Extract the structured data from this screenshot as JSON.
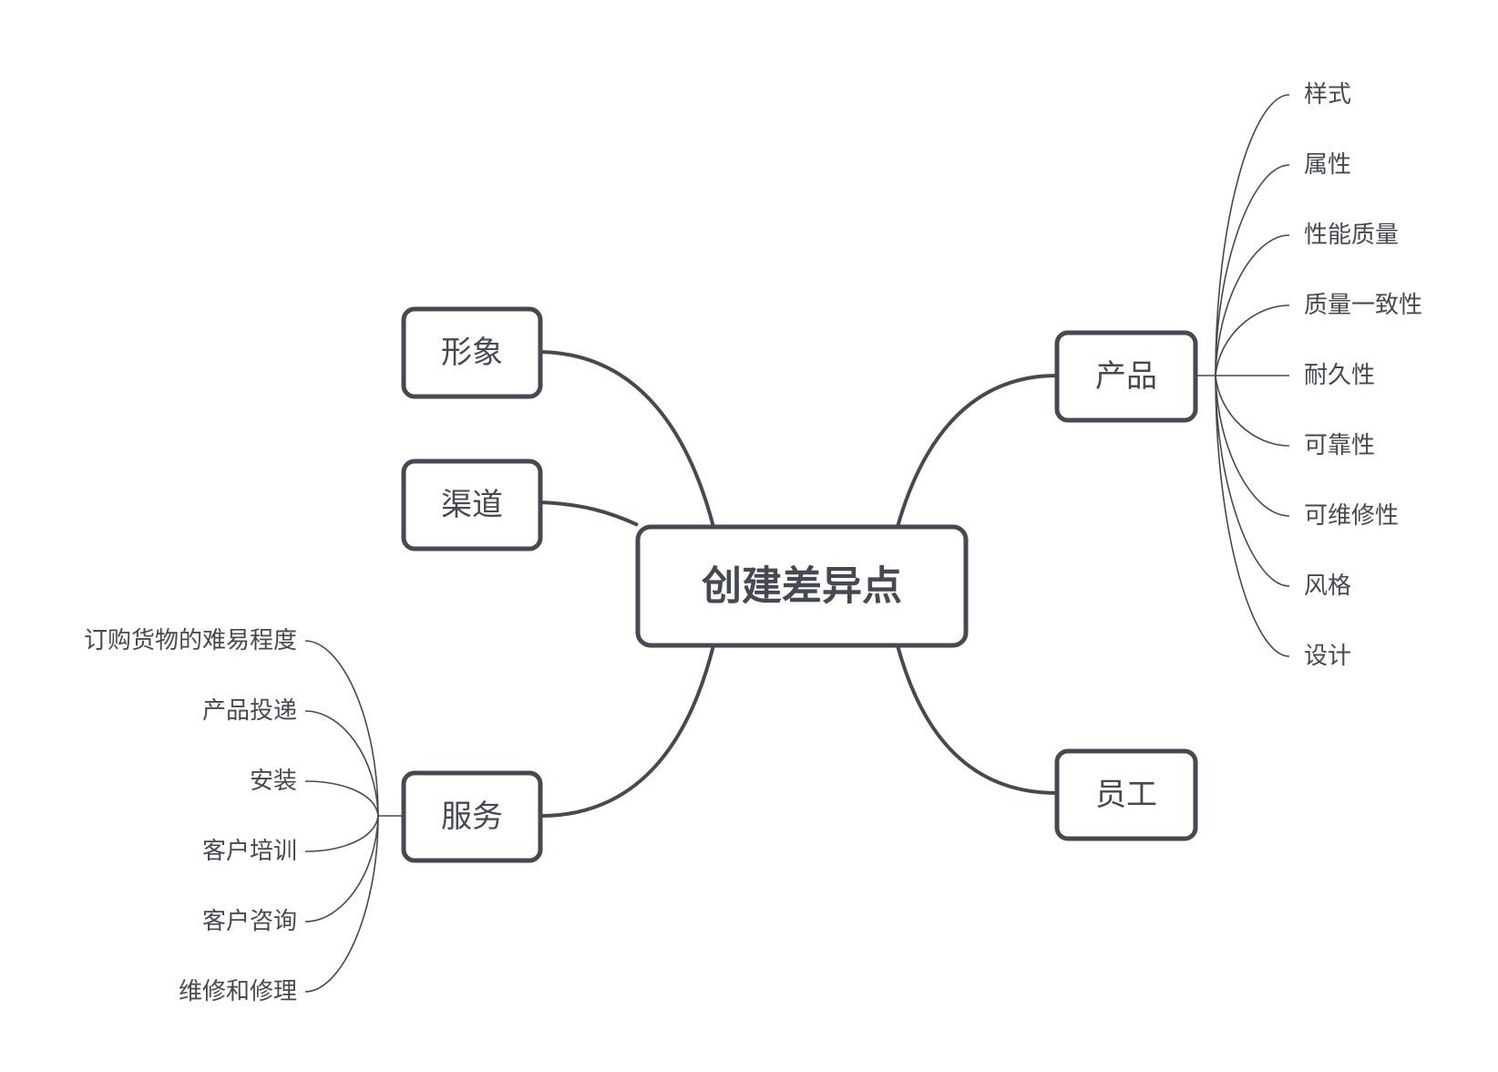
{
  "mindmap": {
    "center": {
      "label": "创建差异点"
    },
    "branches": [
      {
        "id": "image",
        "label": "形象",
        "children": []
      },
      {
        "id": "channel",
        "label": "渠道",
        "children": []
      },
      {
        "id": "service",
        "label": "服务",
        "children": [
          "订购货物的难易程度",
          "产品投递",
          "安装",
          "客户培训",
          "客户咨询",
          "维修和修理"
        ]
      },
      {
        "id": "product",
        "label": "产品",
        "children": [
          "样式",
          "属性",
          "性能质量",
          "质量一致性",
          "耐久性",
          "可靠性",
          "可维修性",
          "风格",
          "设计"
        ]
      },
      {
        "id": "staff",
        "label": "员工",
        "children": []
      }
    ]
  },
  "colors": {
    "line": "#454a52",
    "text": "#454a52",
    "background": "#ffffff"
  }
}
